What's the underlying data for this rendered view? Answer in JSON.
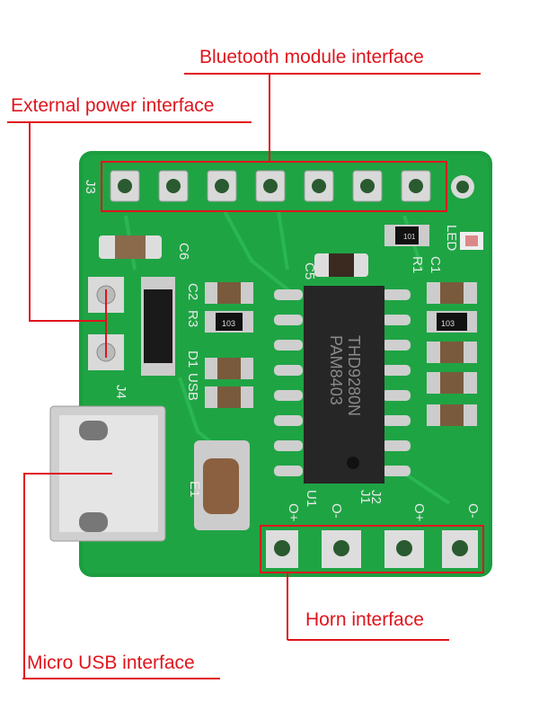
{
  "labels": {
    "bluetooth": "Bluetooth module interface",
    "external_power": "External power interface",
    "micro_usb": "Micro USB interface",
    "horn": "Horn interface"
  },
  "chip": {
    "line1": "PAM8403",
    "line2": "THD9280N"
  },
  "silkscreen": {
    "j3": "J3",
    "c6": "C6",
    "c5": "C5",
    "c2": "C2",
    "r3": "R3",
    "d1": "D1",
    "usb": "USB",
    "j4": "J4",
    "e1": "E1",
    "u1": "U1",
    "j1": "J1",
    "j2": "J2",
    "r1": "R1",
    "c1": "C1",
    "led": "LED",
    "resistor_code": "103",
    "r_small": "101",
    "out_pins": [
      "O+",
      "O-",
      "O+",
      "O-"
    ]
  },
  "colors": {
    "annotation": "#e0141c",
    "pcb": "#1a9a3c"
  }
}
